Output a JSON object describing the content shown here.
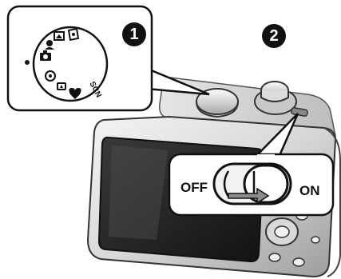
{
  "callouts": {
    "one": "1",
    "two": "2"
  },
  "mode_dial": {
    "scn_label": "SCN",
    "icons": [
      "camera-icon",
      "portrait-icon",
      "landscape-icon",
      "sports-icon",
      "night-portrait-icon",
      "heart-icon",
      "movie-icon",
      "playback-icon"
    ]
  },
  "power_switch": {
    "off_label": "OFF",
    "on_label": "ON"
  }
}
